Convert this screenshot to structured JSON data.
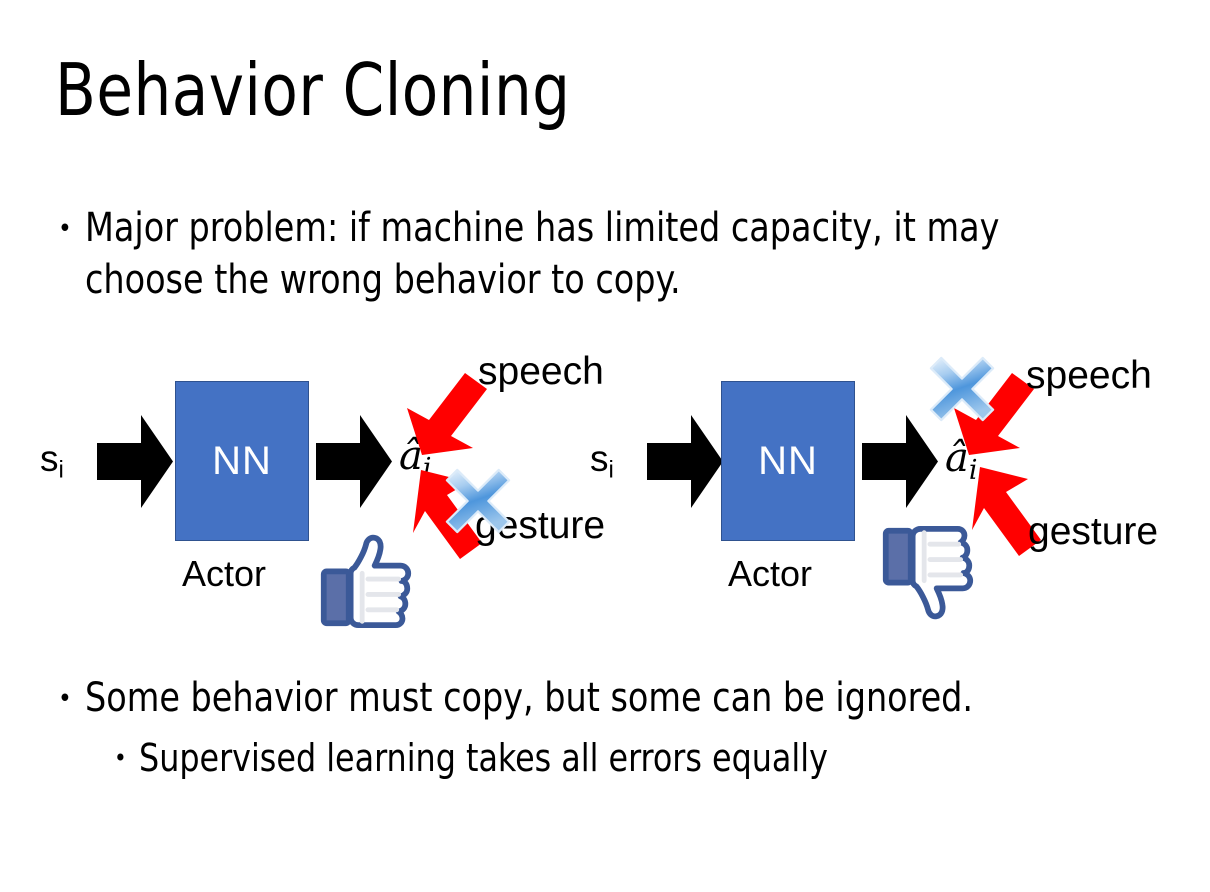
{
  "slide": {
    "title": "Behavior Cloning",
    "background_color": "#FFFFFF"
  },
  "bullets": {
    "top": {
      "marker": "•",
      "text": "Major problem: if machine has limited capacity, it may choose the wrong behavior to copy."
    },
    "bottom_primary": {
      "marker": "•",
      "text": "Some behavior must copy, but some can be ignored."
    },
    "bottom_secondary": {
      "marker": "•",
      "text": "Supervised learning takes all errors equally"
    }
  },
  "diagrams": [
    {
      "id": "left",
      "state_label": "s",
      "state_subscript": "i",
      "network_label": "NN",
      "network_caption": "Actor",
      "action_label": "â",
      "action_subscript": "i",
      "outputs": [
        {
          "label": "speech",
          "direction": "up-right",
          "blocked": false
        },
        {
          "label": "gesture",
          "direction": "down-right",
          "blocked": true
        }
      ],
      "feedback_icon": "thumbs-up-icon",
      "feedback_sentiment": "positive"
    },
    {
      "id": "right",
      "state_label": "s",
      "state_subscript": "i",
      "network_label": "NN",
      "network_caption": "Actor",
      "action_label": "â",
      "action_subscript": "i",
      "outputs": [
        {
          "label": "speech",
          "direction": "up-right",
          "blocked": true
        },
        {
          "label": "gesture",
          "direction": "down-right",
          "blocked": false
        }
      ],
      "feedback_icon": "thumbs-down-icon",
      "feedback_sentiment": "negative"
    }
  ],
  "colors": {
    "network_fill": "#4472C4",
    "network_border": "#2F528F",
    "network_text": "#FFFFFF",
    "flow_arrow": "#000000",
    "branch_arrow": "#FF0000",
    "block_marker": "#5B9BD5",
    "feedback_icon": "#3B5998",
    "text": "#000000"
  }
}
